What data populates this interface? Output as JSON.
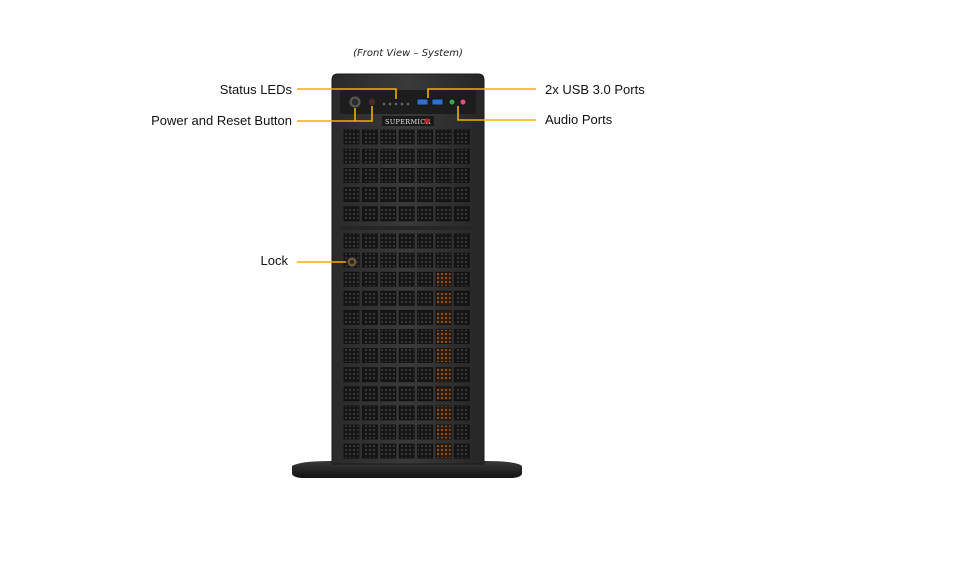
{
  "caption": "(Front View – System)",
  "brand": "SUPERMICR",
  "callouts": {
    "status_leds": "Status LEDs",
    "power_reset": "Power and Reset Button",
    "usb_ports": "2x USB 3.0 Ports",
    "audio_ports": "Audio Ports",
    "lock": "Lock"
  },
  "colors": {
    "callout_line": "#f0b000",
    "chassis": "#2e2e2e",
    "bay": "#1c1c1c",
    "accent_orange": "#8a4a1e",
    "usb_blue": "#2f6fd1",
    "audio_green": "#3fa34d",
    "audio_pink": "#d9527a"
  },
  "icons": [
    "power-button-icon",
    "reset-button-icon",
    "usb-port-icon",
    "audio-jack-icon",
    "lock-icon"
  ]
}
